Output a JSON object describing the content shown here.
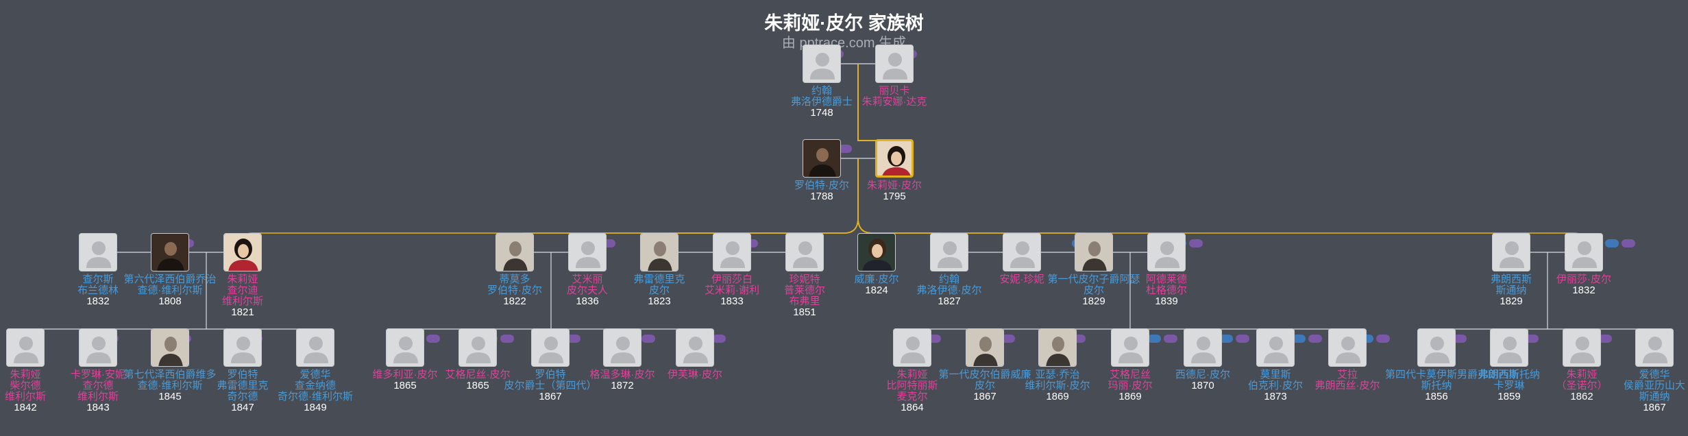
{
  "header": {
    "title": "朱莉娅·皮尔 家族树",
    "subtitle": "由 pptrace.com 生成"
  },
  "colors": {
    "background": "#474c55",
    "male_name": "#4a9bd8",
    "female_name": "#e0429a",
    "year": "#ffffff",
    "highlight_line": "#e2b21e",
    "line": "#d9dce0",
    "pill_male": "#3f78b8",
    "pill_female": "#7a58a6"
  },
  "people": {
    "john_peel": {
      "lines": [
        "约翰",
        "弗洛伊德爵士"
      ],
      "year": "1748",
      "gender": "m"
    },
    "rebecca": {
      "lines": [
        "丽贝卡",
        "朱莉安娜·达克"
      ],
      "year": "",
      "gender": "f"
    },
    "robert_peel": {
      "lines": [
        "罗伯特·皮尔"
      ],
      "year": "1788",
      "gender": "m"
    },
    "julia_peel": {
      "lines": [
        "朱莉娅·皮尔"
      ],
      "year": "1795",
      "gender": "f"
    },
    "charles": {
      "lines": [
        "查尔斯",
        "布兰德林"
      ],
      "year": "1832",
      "gender": "m"
    },
    "earl_jersey": {
      "lines": [
        "第六代泽西伯爵乔治",
        "查德·维利尔斯"
      ],
      "year": "1808",
      "gender": "m"
    },
    "julia_jersey": {
      "lines": [
        "朱莉娅",
        "查尔迪",
        "维利尔斯"
      ],
      "year": "1821",
      "gender": "f"
    },
    "robert3": {
      "lines": [
        "蒂莫多",
        "罗伯特·皮尔"
      ],
      "year": "1822",
      "gender": "m"
    },
    "emily": {
      "lines": [
        "艾米丽",
        "皮尔夫人"
      ],
      "year": "1836",
      "gender": "f"
    },
    "frederick": {
      "lines": [
        "弗雷德里克",
        "皮尔"
      ],
      "year": "1823",
      "gender": "m"
    },
    "elizabeth": {
      "lines": [
        "伊丽莎白",
        "艾米莉·谢利"
      ],
      "year": "1833",
      "gender": "f"
    },
    "jane": {
      "lines": [
        "珍妮特",
        "普莱德尔",
        "布弗里"
      ],
      "year": "1851",
      "gender": "f"
    },
    "william": {
      "lines": [
        "威廉·皮尔"
      ],
      "year": "1824",
      "gender": "m"
    },
    "john2": {
      "lines": [
        "约翰",
        "弗洛伊德·皮尔"
      ],
      "year": "1827",
      "gender": "m"
    },
    "anna": {
      "lines": [
        "安妮·珍妮"
      ],
      "year": "",
      "gender": "f"
    },
    "arthur": {
      "lines": [
        "第一代皮尔子爵阿瑟",
        "皮尔"
      ],
      "year": "1829",
      "gender": "m"
    },
    "adelaide": {
      "lines": [
        "阿德莱德",
        "杜格德尔"
      ],
      "year": "1839",
      "gender": "f"
    },
    "francis": {
      "lines": [
        "弗朗西斯",
        "斯通纳"
      ],
      "year": "1829",
      "gender": "m"
    },
    "eliza": {
      "lines": [
        "伊丽莎·皮尔"
      ],
      "year": "1832",
      "gender": "f"
    },
    "c1": {
      "lines": [
        "朱莉娅",
        "柴尔德",
        "维利尔斯"
      ],
      "year": "1842",
      "gender": "f"
    },
    "c2": {
      "lines": [
        "卡罗琳·安妮",
        "查尔德",
        "维利尔斯"
      ],
      "year": "1843",
      "gender": "f"
    },
    "c3": {
      "lines": [
        "第七代泽西伯爵维多",
        "查德·维利尔斯"
      ],
      "year": "1845",
      "gender": "m"
    },
    "c4": {
      "lines": [
        "罗伯特",
        "弗雷德里克",
        "奇尔德"
      ],
      "year": "1847",
      "gender": "m"
    },
    "c5": {
      "lines": [
        "爱德华",
        "查金纳德",
        "奇尔德·维利尔斯"
      ],
      "year": "1849",
      "gender": "m"
    },
    "c6": {
      "lines": [
        "维多利亚·皮尔"
      ],
      "year": "1865",
      "gender": "f"
    },
    "c7": {
      "lines": [
        "艾格尼丝·皮尔"
      ],
      "year": "1865",
      "gender": "f"
    },
    "c8": {
      "lines": [
        "罗伯特",
        "皮尔爵士（第四代）"
      ],
      "year": "1867",
      "gender": "m"
    },
    "c9": {
      "lines": [
        "格温多琳·皮尔"
      ],
      "year": "1872",
      "gender": "f"
    },
    "c10": {
      "lines": [
        "伊芙琳·皮尔"
      ],
      "year": "",
      "gender": "f"
    },
    "c11": {
      "lines": [
        "朱莉娅",
        "比阿特丽斯",
        "麦克尔"
      ],
      "year": "1864",
      "gender": "f"
    },
    "c12": {
      "lines": [
        "第一代皮尔伯爵威廉",
        "皮尔"
      ],
      "year": "1867",
      "gender": "m"
    },
    "c13": {
      "lines": [
        "亚瑟·乔治",
        "维利尔斯·皮尔"
      ],
      "year": "1869",
      "gender": "m"
    },
    "c14": {
      "lines": [
        "艾格尼丝",
        "玛丽·皮尔"
      ],
      "year": "1869",
      "gender": "f"
    },
    "c15": {
      "lines": [
        "西德尼·皮尔"
      ],
      "year": "1870",
      "gender": "m"
    },
    "c16": {
      "lines": [
        "莫里斯",
        "伯克利·皮尔"
      ],
      "year": "1873",
      "gender": "m"
    },
    "c17": {
      "lines": [
        "艾拉",
        "弗朗西丝·皮尔"
      ],
      "year": "",
      "gender": "f"
    },
    "c18": {
      "lines": [
        "第四代卡莫伊斯男爵弗朗西斯",
        "斯托纳"
      ],
      "year": "1856",
      "gender": "m"
    },
    "c19": {
      "lines": [
        "弗朗西斯托纳",
        "卡罗琳"
      ],
      "year": "1859",
      "gender": "m"
    },
    "c20": {
      "lines": [
        "朱莉娅",
        "（圣诺尔）"
      ],
      "year": "1862",
      "gender": "f"
    },
    "c21": {
      "lines": [
        "爱德华",
        "侯爵亚历山大",
        "斯通纳"
      ],
      "year": "1867",
      "gender": "m"
    }
  }
}
